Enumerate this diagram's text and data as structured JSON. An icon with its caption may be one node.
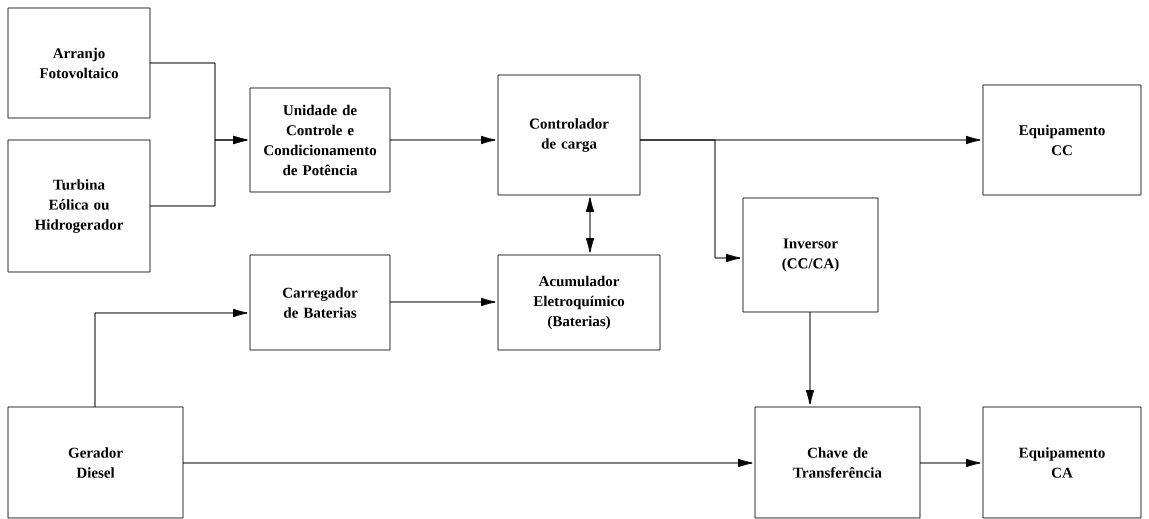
{
  "diagram": {
    "nodes": [
      {
        "text": [
          "Arranjo Fotovoltaico"
        ]
      },
      {
        "text": [
          "Turbina Eólica ou Hidrogerador"
        ]
      },
      {
        "text": [
          "Unidade de Controle e Condicionamento de Potência"
        ]
      },
      {
        "text": [
          "Controlador de carga"
        ]
      },
      {
        "text": [
          "Equipamento CC"
        ]
      },
      {
        "text": [
          "Inversor (CC/CA)"
        ]
      },
      {
        "text": [
          "Carregador de Baterias"
        ]
      },
      {
        "text": [
          "Acumulador Eletroquímico (Baterias)"
        ]
      },
      {
        "text": [
          "Gerador Diesel"
        ]
      },
      {
        "text": [
          "Chave de Transferência"
        ]
      },
      {
        "text": [
          "Equipamento CA"
        ]
      }
    ],
    "edges": [
      {
        "from": 0,
        "to": 2,
        "arrow": "to"
      },
      {
        "from": 1,
        "to": 2,
        "arrow": "to"
      },
      {
        "from": 2,
        "to": 3,
        "arrow": "to"
      },
      {
        "from": 3,
        "to": 4,
        "arrow": "to"
      },
      {
        "from": 3,
        "to": 5,
        "arrow": "to"
      },
      {
        "from": 3,
        "to": 7,
        "arrow": "both"
      },
      {
        "from": 6,
        "to": 7,
        "arrow": "to"
      },
      {
        "from": 8,
        "to": 6,
        "arrow": "to"
      },
      {
        "from": 8,
        "to": 9,
        "arrow": "to"
      },
      {
        "from": 5,
        "to": 9,
        "arrow": "to"
      },
      {
        "from": 9,
        "to": 10,
        "arrow": "to"
      }
    ]
  }
}
